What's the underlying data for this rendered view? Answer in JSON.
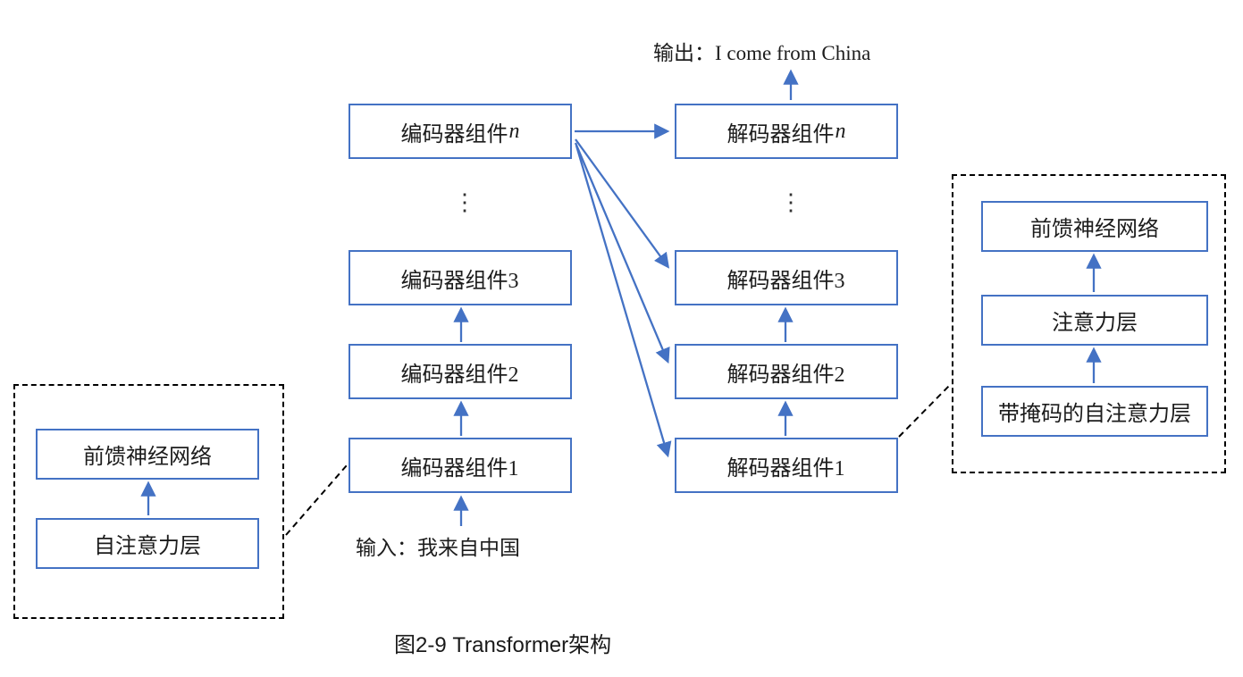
{
  "caption": "图2-9 Transformer架构",
  "output_label": "输出：I come from China",
  "input_label": "输入：我来自中国",
  "dots": "⋮",
  "encoder_stack": [
    {
      "label": "编码器组件",
      "suffix": "n"
    },
    {
      "label": "编码器组件3",
      "suffix": ""
    },
    {
      "label": "编码器组件2",
      "suffix": ""
    },
    {
      "label": "编码器组件1",
      "suffix": ""
    }
  ],
  "decoder_stack": [
    {
      "label": "解码器组件",
      "suffix": "n"
    },
    {
      "label": "解码器组件3",
      "suffix": ""
    },
    {
      "label": "解码器组件2",
      "suffix": ""
    },
    {
      "label": "解码器组件1",
      "suffix": ""
    }
  ],
  "encoder_detail": {
    "feed_forward": "前馈神经网络",
    "self_attention": "自注意力层"
  },
  "decoder_detail": {
    "feed_forward": "前馈神经网络",
    "attention": "注意力层",
    "masked_self_attention": "带掩码的自注意力层"
  },
  "colors": {
    "box_border": "#4472c4",
    "arrow": "#4472c4",
    "detail_frame_border": "#000000",
    "text": "#1c1c1c"
  }
}
